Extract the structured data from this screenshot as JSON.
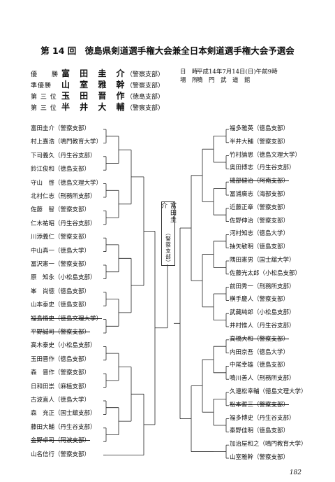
{
  "title": "第 14 回　徳島県剣道選手権大会兼全日本剣道選手権大会予選会",
  "results": [
    {
      "label": "優　　勝",
      "name": "富 田 圭 介",
      "team": "（警察支部）"
    },
    {
      "label": "準優勝",
      "name": "山 室 雅 幹",
      "team": "（警察支部）"
    },
    {
      "label": "第 三 位",
      "name": "玉 田 晋 作",
      "team": "（徳島支部）"
    },
    {
      "label": "第 三 位",
      "name": "半 井 大 輔",
      "team": "（警察支部）"
    }
  ],
  "info": [
    {
      "key": "日　時",
      "value": "平成14年7月14日(日)午前9時"
    },
    {
      "key": "場　所",
      "value": "鳴　門　武　道　館"
    }
  ],
  "champion_box": {
    "name": "富田圭介",
    "team": "（警察支部）"
  },
  "left_players": [
    {
      "text": "富田圭介（警察支部）",
      "struck": false
    },
    {
      "text": "村上嘉浩（鳴門教育大学）",
      "struck": false
    },
    {
      "text": "下司義久（丹生谷支部）",
      "struck": false
    },
    {
      "text": "鈴江俊和（徳島支部）",
      "struck": false
    },
    {
      "text": "守山　啓（徳島文理大学）",
      "struck": false
    },
    {
      "text": "北村仁志（刑務所支部）",
      "struck": false
    },
    {
      "text": "佐藤　智（警察支部）",
      "struck": false
    },
    {
      "text": "仁木祐昭（丹生谷支部）",
      "struck": false
    },
    {
      "text": "川添義仁（警察支部）",
      "struck": false
    },
    {
      "text": "中山真一（徳島大学）",
      "struck": false
    },
    {
      "text": "冨沢憲一（警察支部）",
      "struck": false
    },
    {
      "text": "原　知永（小松島支部）",
      "struck": false
    },
    {
      "text": "峯　尚徳（徳島支部）",
      "struck": false
    },
    {
      "text": "山本泰史（徳島支部）",
      "struck": false
    },
    {
      "text": "福島悟史（徳島文理大学）",
      "struck": true
    },
    {
      "text": "平野誠司（警察支部）",
      "struck": true
    },
    {
      "text": "高木泰史（小松島支部）",
      "struck": false
    },
    {
      "text": "玉田晋作（徳島支部）",
      "struck": false
    },
    {
      "text": "森　晋作（警察支部）",
      "struck": false
    },
    {
      "text": "日和田崇（麻植支部）",
      "struck": false
    },
    {
      "text": "古波直人（徳島大学）",
      "struck": false
    },
    {
      "text": "森　充正（国士舘支部）",
      "struck": false
    },
    {
      "text": "藤田大輔（丹生谷支部）",
      "struck": false
    },
    {
      "text": "金野卓司（阿波支部）",
      "struck": true
    },
    {
      "text": "山名信行（警察支部）",
      "struck": false
    }
  ],
  "right_players": [
    {
      "text": "福多雅英（徳島支部）",
      "struck": false
    },
    {
      "text": "半井大輔（警察支部）",
      "struck": false
    },
    {
      "text": "竹村論思（徳島文理大学）",
      "struck": false
    },
    {
      "text": "奥田博志（丹生谷支部）",
      "struck": false
    },
    {
      "text": "磯部健治（阿南支部）",
      "struck": true
    },
    {
      "text": "冨浦廣志（海部支部）",
      "struck": false
    },
    {
      "text": "近藤正章（警察支部）",
      "struck": false
    },
    {
      "text": "佐野伸治（警察支部）",
      "struck": false
    },
    {
      "text": "河村知志（徳島大学）",
      "struck": false
    },
    {
      "text": "抽矢敏明（徳島支部）",
      "struck": false
    },
    {
      "text": "隅田憲男（国士舘大学）",
      "struck": false
    },
    {
      "text": "佐藤光太郎（小松島支部）",
      "struck": false
    },
    {
      "text": "前田秀一（刑務所支部）",
      "struck": false
    },
    {
      "text": "横手慶人（警察支部）",
      "struck": false
    },
    {
      "text": "武藏純郎（小松島支部）",
      "struck": false
    },
    {
      "text": "井村惟人（丹生谷支部）",
      "struck": false
    },
    {
      "text": "高橋大和（警察支部）",
      "struck": true
    },
    {
      "text": "内田京吾（徳島大学）",
      "struck": false
    },
    {
      "text": "中尾幸雄（徳島支部）",
      "struck": false
    },
    {
      "text": "鳴川善人（刑務所支部）",
      "struck": false
    },
    {
      "text": "久連松幸輔（徳島文理大学）",
      "struck": false
    },
    {
      "text": "松本哲三（警察支部）",
      "struck": true
    },
    {
      "text": "福多博史（丹生谷支部）",
      "struck": false
    },
    {
      "text": "秦野佳明（徳島支部）",
      "struck": false
    },
    {
      "text": "加治屋和之（鳴門教育大学）",
      "struck": false
    },
    {
      "text": "山室雅幹（警察支部）",
      "struck": false
    }
  ],
  "page_number": "182"
}
